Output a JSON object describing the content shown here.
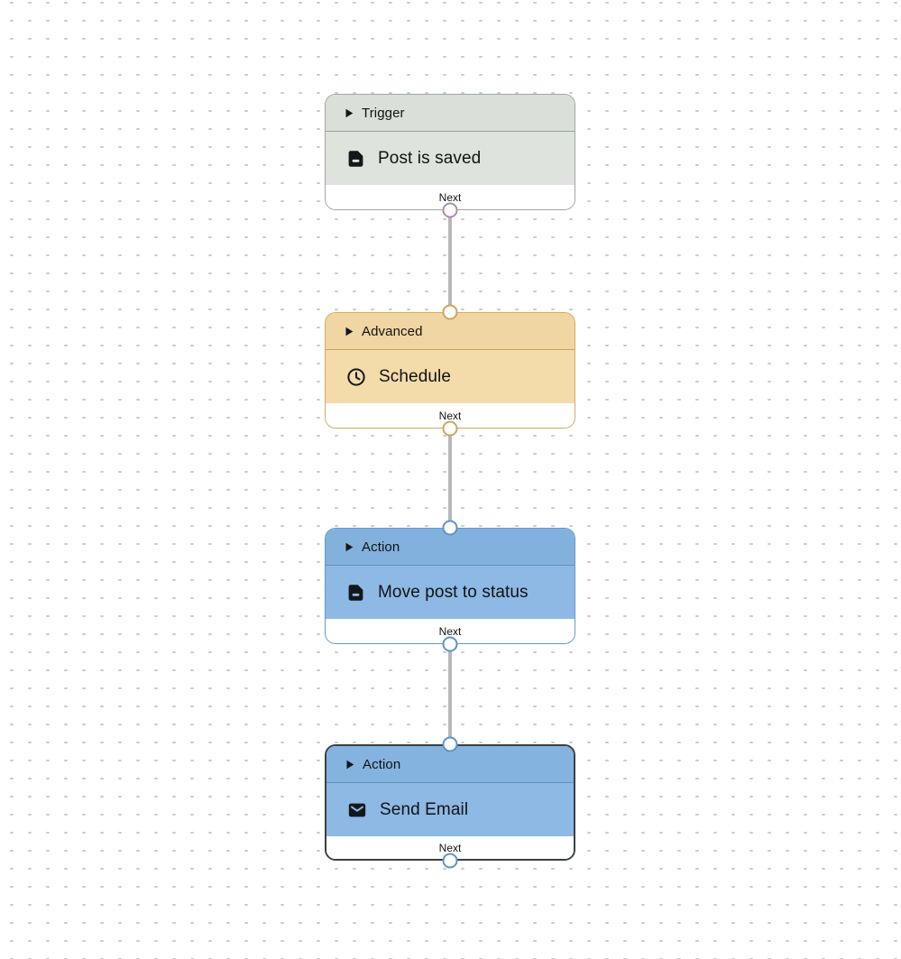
{
  "canvas": {
    "background": "#ffffff",
    "dot_color": "#cbcbcb",
    "edge_color": "#b6b8bb"
  },
  "nodes": [
    {
      "category": "Trigger",
      "title": "Post is saved",
      "icon": "document-icon",
      "footer_label": "Next",
      "selected": false,
      "has_input_port": false,
      "has_output_port": true,
      "colors": {
        "header": "#dadfd9",
        "body": "#dee3dd",
        "border": "#9ea8a0",
        "divider": "#99a39b",
        "port": "#b18ab5"
      }
    },
    {
      "category": "Advanced",
      "title": "Schedule",
      "icon": "clock-icon",
      "footer_label": "Next",
      "selected": false,
      "has_input_port": true,
      "has_output_port": true,
      "colors": {
        "header": "#f0d6a2",
        "body": "#f3dbaa",
        "border": "#d3ab63",
        "divider": "#c9a45b",
        "port": "#cfa55f"
      }
    },
    {
      "category": "Action",
      "title": "Move post to status",
      "icon": "document-icon",
      "footer_label": "Next",
      "selected": false,
      "has_input_port": true,
      "has_output_port": true,
      "colors": {
        "header": "#83b1de",
        "body": "#8db9e4",
        "border": "#6697c7",
        "divider": "#6490bb",
        "port": "#5e93c7"
      }
    },
    {
      "category": "Action",
      "title": "Send Email",
      "icon": "envelope-icon",
      "footer_label": "Next",
      "selected": true,
      "has_input_port": true,
      "has_output_port": true,
      "colors": {
        "header": "#85b3df",
        "body": "#8db9e4",
        "border": "#3a3f45",
        "divider": "#6490bb",
        "port": "#5e93c7"
      }
    }
  ],
  "edges": [
    {
      "from_node": "Post is saved",
      "to_node": "Schedule"
    },
    {
      "from_node": "Schedule",
      "to_node": "Move post to status"
    },
    {
      "from_node": "Move post to status",
      "to_node": "Send Email"
    }
  ]
}
